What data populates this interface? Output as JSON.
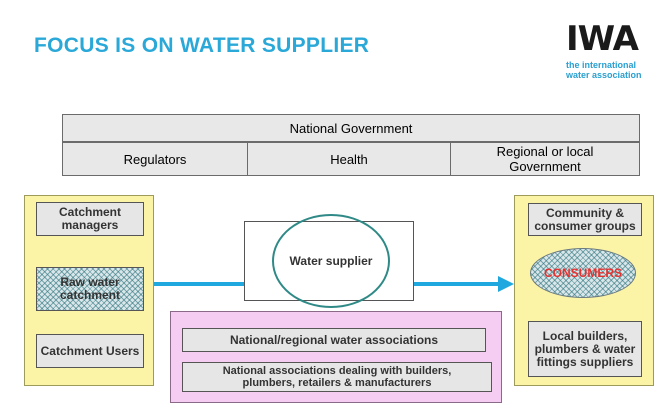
{
  "title": "FOCUS IS ON WATER SUPPLIER",
  "logo": {
    "mark": "IWA",
    "line1": "the international",
    "line2": "water association"
  },
  "government": {
    "national": "National Government",
    "regulators": "Regulators",
    "health": "Health",
    "regional": "Regional or local Government"
  },
  "left_panel": {
    "catchment_managers": "Catchment managers",
    "raw_water": "Raw water catchment",
    "catchment_users": "Catchment Users"
  },
  "center": {
    "water_supplier": "Water supplier"
  },
  "associations": {
    "national_regional": "National/regional water associations",
    "national_dealing": "National associations dealing with builders, plumbers, retailers & manufacturers"
  },
  "right_panel": {
    "community": "Community & consumer groups",
    "consumers": "CONSUMERS",
    "local_builders": "Local builders, plumbers & water fittings suppliers"
  },
  "colors": {
    "title": "#2aa8d8",
    "logo_dark": "#1a1a1a",
    "logo_accent": "#2aa0d0",
    "arrow": "#1fa8e0",
    "ellipse": "#2f8a87",
    "consumers_text": "#e8302f"
  }
}
